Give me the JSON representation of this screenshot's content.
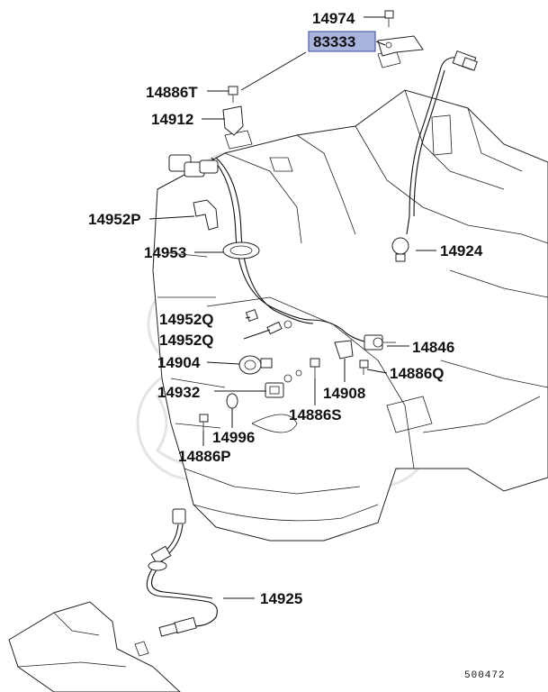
{
  "diagram": {
    "highlighted_part": "83333",
    "figure_id": "500472",
    "labels": [
      {
        "id": "p14974",
        "text": "14974"
      },
      {
        "id": "p83333",
        "text": "83333"
      },
      {
        "id": "p14886T",
        "text": "14886T"
      },
      {
        "id": "p14912",
        "text": "14912"
      },
      {
        "id": "p14952P",
        "text": "14952P"
      },
      {
        "id": "p14953",
        "text": "14953"
      },
      {
        "id": "p14924",
        "text": "14924"
      },
      {
        "id": "p14952Q",
        "text": "14952Q"
      },
      {
        "id": "p14952Q2",
        "text": "14952Q"
      },
      {
        "id": "p14846",
        "text": "14846"
      },
      {
        "id": "p14904",
        "text": "14904"
      },
      {
        "id": "p14886Q",
        "text": "14886Q"
      },
      {
        "id": "p14908",
        "text": "14908"
      },
      {
        "id": "p14932",
        "text": "14932"
      },
      {
        "id": "p14886S",
        "text": "14886S"
      },
      {
        "id": "p14996",
        "text": "14996"
      },
      {
        "id": "p14886P",
        "text": "14886P"
      },
      {
        "id": "p14925",
        "text": "14925"
      }
    ],
    "colors": {
      "highlight_fill": "#a9b4dc",
      "highlight_stroke": "#3a4a9a",
      "line": "#111111",
      "watermark": "#e4e4e4"
    }
  }
}
